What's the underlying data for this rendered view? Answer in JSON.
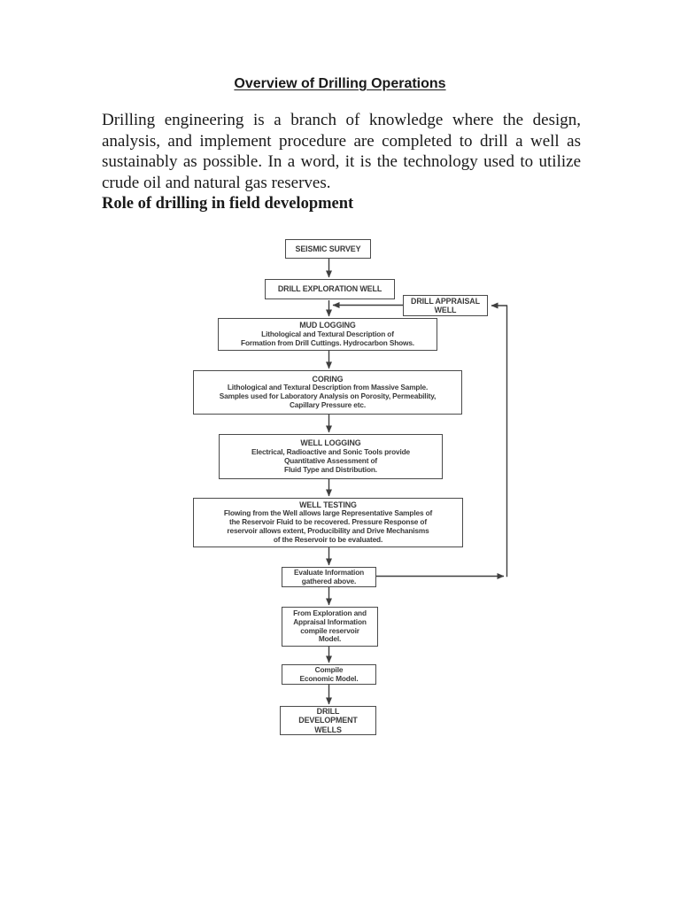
{
  "page": {
    "title": "Overview of Drilling Operations",
    "paragraph": "Drilling engineering is a branch of knowledge where the design, analysis, and implement procedure are completed to drill a well as sustainably as possible. In a word, it is the technology used to utilize crude oil and natural gas reserves.",
    "section_heading": "Role of drilling in field development"
  },
  "flowchart": {
    "boxes": [
      {
        "id": "seismic-survey",
        "title": "SEISMIC SURVEY",
        "body": ""
      },
      {
        "id": "drill-exploration-well",
        "title": "DRILL EXPLORATION WELL",
        "body": ""
      },
      {
        "id": "drill-appraisal-well",
        "title": "DRILL APPRAISAL\nWELL",
        "body": ""
      },
      {
        "id": "mud-logging",
        "title": "MUD LOGGING",
        "body": "Lithological and Textural Description of\nFormation from Drill Cuttings. Hydrocarbon Shows."
      },
      {
        "id": "coring",
        "title": "CORING",
        "body": "Lithological and Textural Description from Massive Sample.\nSamples used for Laboratory Analysis on Porosity, Permeability,\nCapillary Pressure etc."
      },
      {
        "id": "well-logging",
        "title": "WELL LOGGING",
        "body": "Electrical, Radioactive and Sonic Tools provide\nQuantitative Assessment of\nFluid Type and Distribution."
      },
      {
        "id": "well-testing",
        "title": "WELL TESTING",
        "body": "Flowing from the Well allows large Representative Samples of\nthe Reservoir Fluid to be recovered. Pressure Response of\nreservoir allows extent, Producibility and Drive Mechanisms\nof the Reservoir to be evaluated."
      },
      {
        "id": "evaluate-information",
        "title": "",
        "body": "Evaluate Information\ngathered above."
      },
      {
        "id": "compile-reservoir-model",
        "title": "",
        "body": "From Exploration and\nAppraisal Information\ncompile reservoir\nModel."
      },
      {
        "id": "compile-economic-model",
        "title": "",
        "body": "Compile\nEconomic Model."
      },
      {
        "id": "drill-development-wells",
        "title": "DRILL\nDEVELOPMENT\nWELLS",
        "body": ""
      }
    ]
  },
  "colors": {
    "text": "#1a1a1a",
    "flow_text": "#3a3a3a",
    "box_border": "#4a4a4a",
    "connector": "#3f3f3f",
    "background": "#ffffff"
  }
}
